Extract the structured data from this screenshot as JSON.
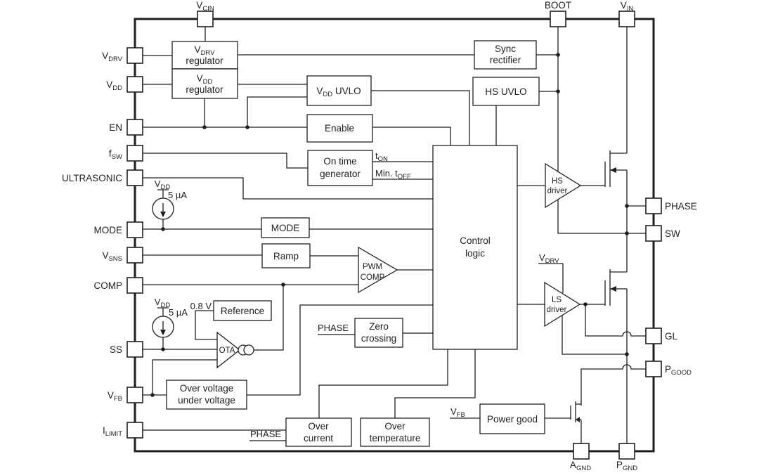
{
  "figure": {
    "kind": "IC functional block diagram",
    "ink_color": "#1f1f1f",
    "background": "#ffffff"
  },
  "pins": {
    "vcin": {
      "m": "V",
      "s": "CIN"
    },
    "boot": {
      "m": "BOOT"
    },
    "vin": {
      "m": "V",
      "s": "IN"
    },
    "vdrv": {
      "m": "V",
      "s": "DRV"
    },
    "vdd": {
      "m": "V",
      "s": "DD"
    },
    "en": {
      "m": "EN"
    },
    "fsw": {
      "m": "f",
      "s": "SW"
    },
    "ultrasonic": {
      "m": "ULTRASONIC"
    },
    "mode": {
      "m": "MODE"
    },
    "vsns": {
      "m": "V",
      "s": "SNS"
    },
    "comp": {
      "m": "COMP"
    },
    "ss": {
      "m": "SS"
    },
    "vfb": {
      "m": "V",
      "s": "FB"
    },
    "ilimit": {
      "m": "I",
      "s": "LIMIT"
    },
    "phase": {
      "m": "PHASE"
    },
    "sw": {
      "m": "SW"
    },
    "gl": {
      "m": "GL"
    },
    "pgood": {
      "m": "P",
      "s": "GOOD"
    },
    "agnd": {
      "m": "A",
      "s": "GND"
    },
    "pgnd": {
      "m": "P",
      "s": "GND"
    }
  },
  "blocks": {
    "vdrv_reg": {
      "l1": {
        "m": "V",
        "s": "DRV"
      },
      "l2": {
        "m": "regulator"
      }
    },
    "vdd_reg": {
      "l1": {
        "m": "V",
        "s": "DD"
      },
      "l2": {
        "m": "regulator"
      }
    },
    "vdd_uvlo": {
      "l1": {
        "m": "V",
        "s": "DD",
        "t": " UVLO"
      }
    },
    "enable": {
      "l1": {
        "m": "Enable"
      }
    },
    "on_time": {
      "l1": {
        "m": "On time"
      },
      "l2": {
        "m": "generator"
      }
    },
    "sync_rect": {
      "l1": {
        "m": "Sync"
      },
      "l2": {
        "m": "rectifier"
      }
    },
    "hs_uvlo": {
      "l1": {
        "m": "HS UVLO"
      }
    },
    "control": {
      "l1": {
        "m": "Control"
      },
      "l2": {
        "m": "logic"
      }
    },
    "mode_box": {
      "l1": {
        "m": "MODE"
      }
    },
    "ramp": {
      "l1": {
        "m": "Ramp"
      }
    },
    "pwm_comp": {
      "l1": {
        "m": "PWM"
      },
      "l2": {
        "m": "COMP"
      }
    },
    "reference": {
      "l1": {
        "m": "Reference"
      }
    },
    "ota": {
      "l1": {
        "m": "OTA"
      }
    },
    "ovuv": {
      "l1": {
        "m": "Over voltage"
      },
      "l2": {
        "m": "under voltage"
      }
    },
    "zero_crossing": {
      "l1": {
        "m": "Zero"
      },
      "l2": {
        "m": "crossing"
      }
    },
    "over_current": {
      "l1": {
        "m": "Over"
      },
      "l2": {
        "m": "current"
      }
    },
    "over_temp": {
      "l1": {
        "m": "Over"
      },
      "l2": {
        "m": "temperature"
      }
    },
    "power_good": {
      "l1": {
        "m": "Power good"
      }
    },
    "hs_driver": {
      "l1": {
        "m": "HS"
      },
      "l2": {
        "m": "driver"
      }
    },
    "ls_driver": {
      "l1": {
        "m": "LS"
      },
      "l2": {
        "m": "driver"
      }
    }
  },
  "signals": {
    "ton": {
      "m": "t",
      "s": "ON"
    },
    "min_toff": {
      "m": "Min. t",
      "s": "OFF"
    },
    "bias1_vdd": {
      "m": "V",
      "s": "DD"
    },
    "bias1_i": {
      "m": "5 µA"
    },
    "bias2_vdd": {
      "m": "V",
      "s": "DD"
    },
    "bias2_i": {
      "m": "5 µA"
    },
    "ref_v": {
      "m": "0.8 V"
    },
    "vdrv_rail": {
      "m": "V",
      "s": "DRV"
    },
    "phase_zc": {
      "m": "PHASE"
    },
    "phase_oc": {
      "m": "PHASE"
    },
    "vfb_pg": {
      "m": "V",
      "s": "FB"
    }
  }
}
